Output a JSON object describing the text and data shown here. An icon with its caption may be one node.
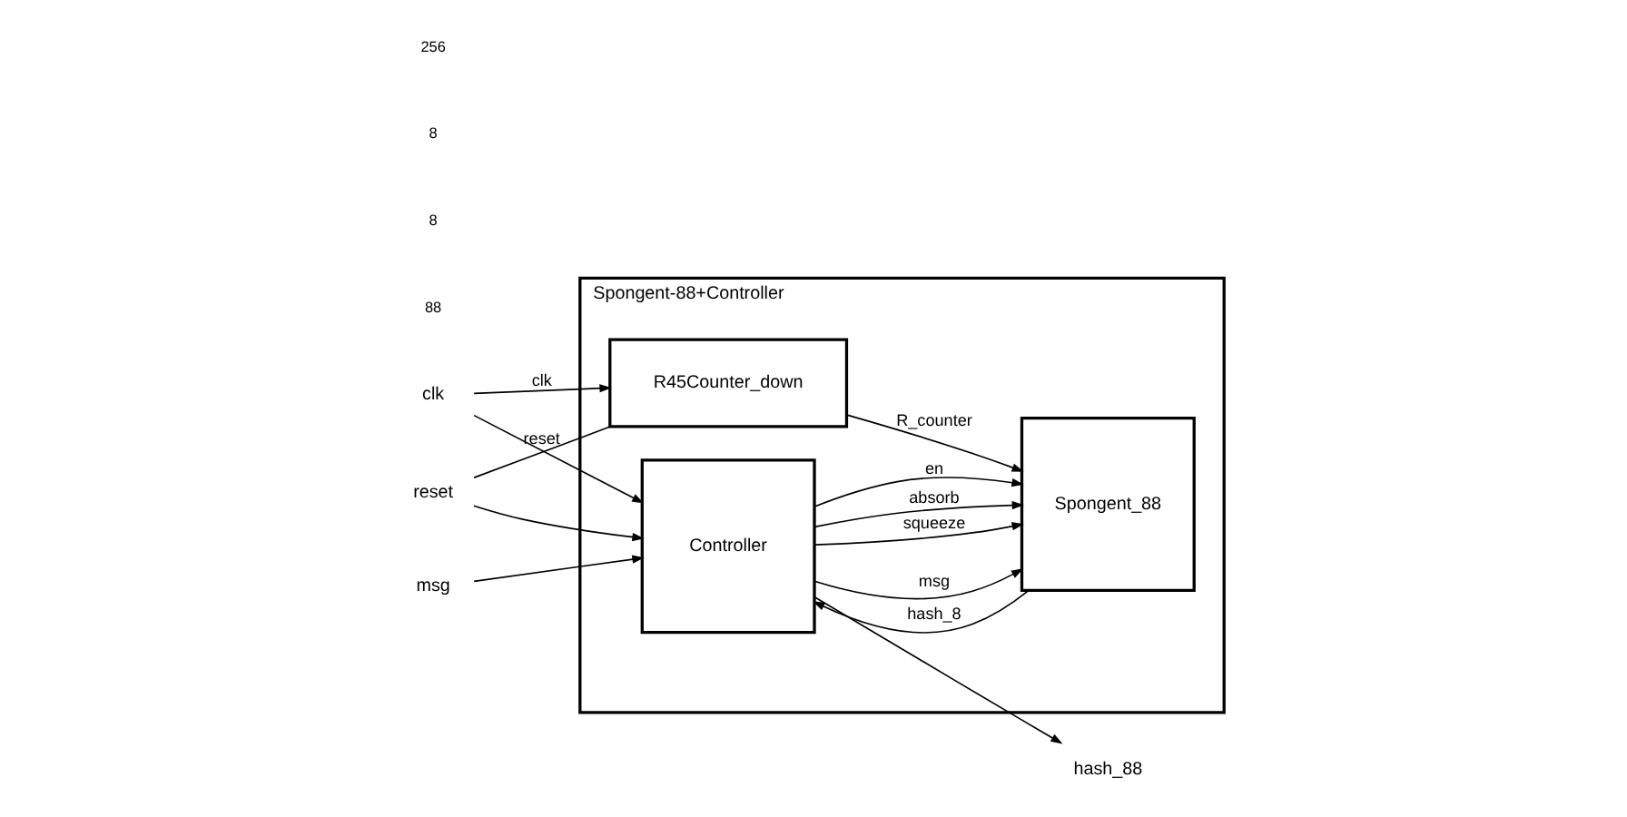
{
  "diagram": {
    "nodes": [
      {
        "text": [
          "Spongent-88+Controller"
        ]
      },
      {
        "text": [
          "clk"
        ]
      },
      {
        "text": [
          "reset"
        ]
      },
      {
        "text": [
          "msg"
        ]
      },
      {
        "text": [
          "Controller"
        ],
        "in": 0
      },
      {
        "text": [
          "Spongent_88"
        ],
        "in": 0
      },
      {
        "text": [
          "R45Counter_down"
        ],
        "in": 0
      },
      {
        "text": [
          "hash_88"
        ]
      }
    ],
    "edges": [
      {
        "from": 1,
        "to": 4,
        "arrow": "to"
      },
      {
        "from": 1,
        "to": 6,
        "arrow": "to",
        "label": "clk"
      },
      {
        "from": 2,
        "to": 4,
        "arrow": "to"
      },
      {
        "from": 2,
        "to": 6,
        "arrow": "none",
        "label": "reset"
      },
      {
        "from": 3,
        "to": 4,
        "arrow": "to"
      },
      {
        "from": 4,
        "to": 5,
        "arrow": "to",
        "label": "msg"
      },
      {
        "from": 4,
        "to": 5,
        "arrow": "to",
        "label": "squeeze"
      },
      {
        "from": 4,
        "to": 5,
        "arrow": "to",
        "label": "absorb"
      },
      {
        "from": 4,
        "to": 5,
        "arrow": "to",
        "label": "en"
      },
      {
        "from": 6,
        "to": 5,
        "arrow": "to",
        "label": "R_counter"
      },
      {
        "from": 5,
        "to": 4,
        "arrow": "to",
        "label": "hash_8"
      },
      {
        "from": 4,
        "to": 7,
        "arrow": "to"
      }
    ],
    "labels": [
      "88",
      "8",
      "8",
      "256"
    ]
  }
}
